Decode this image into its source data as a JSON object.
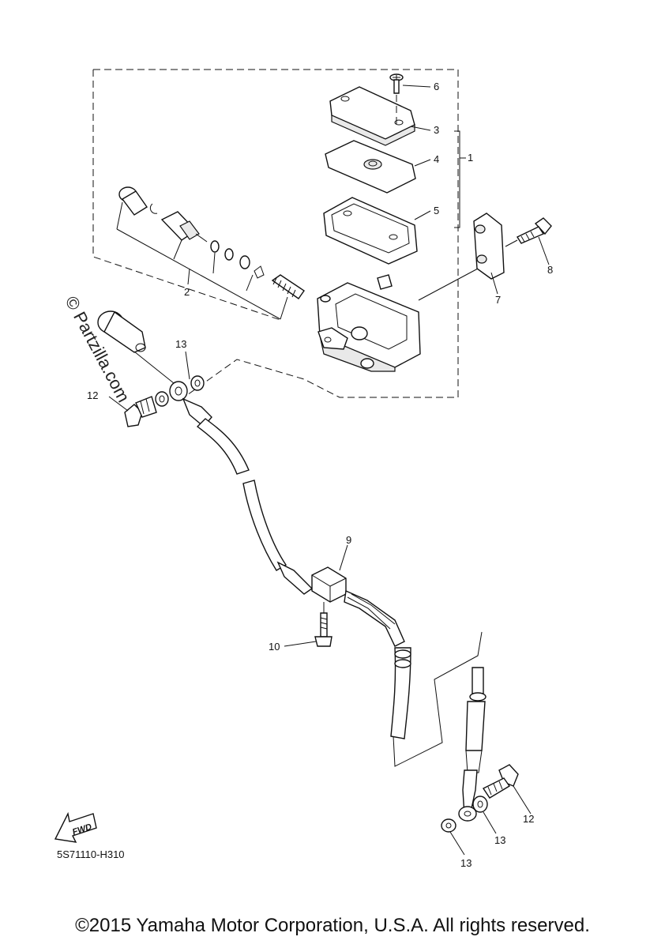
{
  "callouts": [
    "1",
    "2",
    "3",
    "4",
    "5",
    "6",
    "7",
    "8",
    "9",
    "10",
    "12",
    "13",
    "13",
    "13",
    "12"
  ],
  "diagram_code": "5S71110-H310",
  "fwd_label": "FWD",
  "watermark": "© Partzilla.com",
  "copyright": "©2015 Yamaha Motor Corporation, U.S.A. All rights reserved."
}
